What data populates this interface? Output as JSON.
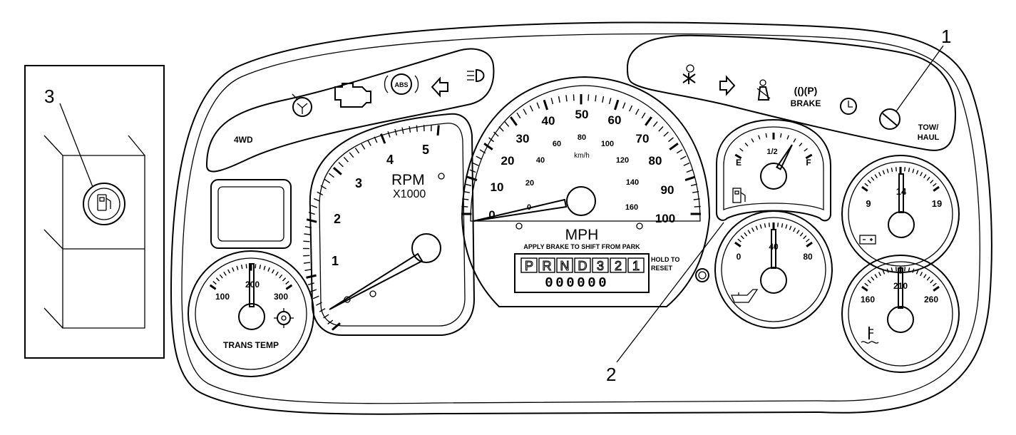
{
  "callouts": {
    "one": "1",
    "two": "2",
    "three": "3"
  },
  "indicators": {
    "four_wd": "4WD",
    "abs": "ABS",
    "brake": "BRAKE",
    "tow_haul_line1": "TOW/",
    "tow_haul_line2": "HAUL"
  },
  "tachometer": {
    "unit": "RPM",
    "multiplier": "X1000",
    "ticks": [
      "1",
      "2",
      "3",
      "4",
      "5"
    ],
    "needle_value": 0
  },
  "speedometer": {
    "unit": "MPH",
    "kmh_label": "km/h",
    "mph_ticks": [
      "0",
      "10",
      "20",
      "30",
      "40",
      "50",
      "60",
      "70",
      "80",
      "90",
      "100"
    ],
    "kmh_ticks": [
      "0",
      "20",
      "40",
      "60",
      "80",
      "100",
      "120",
      "140",
      "160"
    ],
    "notice": "APPLY BRAKE TO SHIFT FROM PARK",
    "needle_value": 0
  },
  "prndl": {
    "gears": [
      "P",
      "R",
      "N",
      "D",
      "3",
      "2",
      "1"
    ],
    "odometer": "000000",
    "reset_line1": "HOLD TO",
    "reset_line2": "RESET"
  },
  "fuel_gauge": {
    "empty": "E",
    "half": "1/2",
    "full": "F",
    "level": 0.75
  },
  "voltmeter": {
    "low": "9",
    "mid": "14",
    "high": "19"
  },
  "oil_pressure": {
    "low": "0",
    "mid": "40",
    "high": "80"
  },
  "coolant_temp": {
    "low": "160",
    "mid": "210",
    "high": "260"
  },
  "trans_temp": {
    "low": "100",
    "mid": "200",
    "high": "300",
    "label": "TRANS TEMP"
  }
}
